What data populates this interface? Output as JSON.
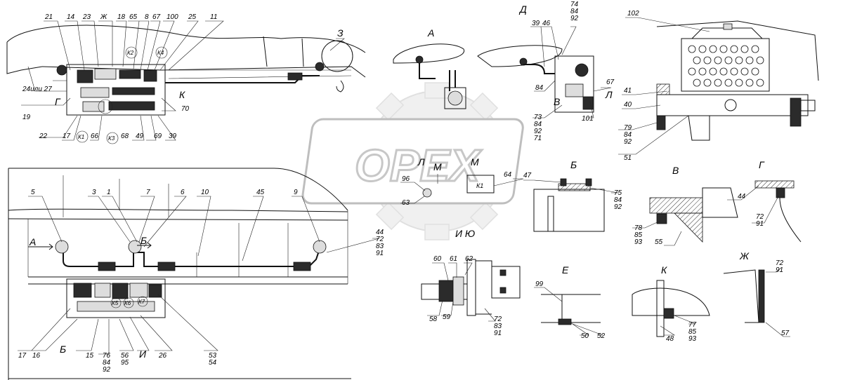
{
  "watermark": {
    "text": "OPEX"
  },
  "view_letters": {
    "a": "А",
    "d": "Д",
    "z": "З",
    "b": "Б",
    "v": "В",
    "g": "Г",
    "e": "Е",
    "k": "К",
    "zh": "Ж",
    "l_top": "Л",
    "l_mid": "Л",
    "m1": "М",
    "m2": "М",
    "io": "И Ю",
    "k_top": "К",
    "g_top": "Г",
    "a_arrow": "А",
    "b_arrow": "Б"
  },
  "callouts": {
    "top_left": [
      "21",
      "14",
      "23",
      "Ж",
      "18",
      "65",
      "8",
      "67",
      "100",
      "25",
      "11",
      "24или 27",
      "19",
      "22",
      "17",
      "66",
      "68",
      "49",
      "69",
      "39",
      "70"
    ],
    "top_left_circled": [
      "К2",
      "К4",
      "К1",
      "К3"
    ],
    "bottom_left_top": [
      "5",
      "3",
      "1",
      "7",
      "6",
      "10",
      "45",
      "9"
    ],
    "bottom_left_stack_44": [
      "44",
      "72",
      "83",
      "91"
    ],
    "bottom_left_bottom": [
      "17",
      "16",
      "Б",
      "15",
      "56",
      "95",
      "И",
      "26"
    ],
    "bottom_left_stack_76": [
      "76",
      "84",
      "92"
    ],
    "bottom_left_stack_53": [
      "53",
      "54"
    ],
    "bottom_left_circled": [
      "К5",
      "К6",
      "К7"
    ],
    "view_d": [
      "39",
      "46",
      "84",
      "73",
      "84",
      "92",
      "71",
      "67",
      "101"
    ],
    "view_d_stack_74": [
      "74",
      "84",
      "92"
    ],
    "view_z": [
      "102",
      "41",
      "40",
      "51"
    ],
    "view_z_stack_79": [
      "79",
      "84",
      "92"
    ],
    "view_lm": [
      "96",
      "63",
      "64",
      "К1"
    ],
    "view_b": [
      "47"
    ],
    "view_b_stack_75": [
      "75",
      "84",
      "92"
    ],
    "view_v": [
      "55"
    ],
    "view_v_stack_78": [
      "78",
      "85",
      "93"
    ],
    "view_g": [
      "44"
    ],
    "view_g_stack_72": [
      "72",
      "91"
    ],
    "view_io": [
      "60",
      "61",
      "62",
      "58",
      "59"
    ],
    "view_io_stack_72": [
      "72",
      "83",
      "91"
    ],
    "view_e": [
      "99",
      "50",
      "52"
    ],
    "view_k": [
      "48"
    ],
    "view_k_stack_77": [
      "77",
      "85",
      "93"
    ],
    "view_zh": [
      "57"
    ],
    "view_zh_stack_72": [
      "72",
      "91"
    ]
  }
}
